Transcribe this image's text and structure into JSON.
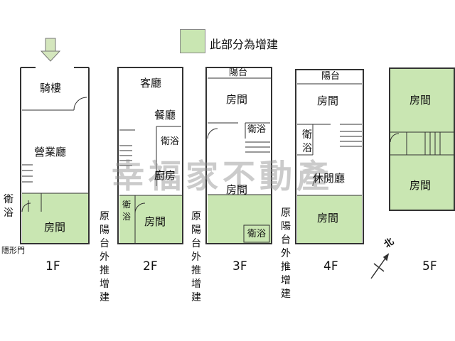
{
  "legend": {
    "text": "此部分為增建",
    "color": "#c9e6b2"
  },
  "watermark": "幸福家不動產",
  "floors": {
    "f1": {
      "label": "1F",
      "rooms": [
        "騎樓",
        "營業廳",
        "房間"
      ],
      "bath": "衛浴",
      "hidden_door": "隱形門"
    },
    "f2": {
      "label": "2F",
      "rooms": [
        "客廳",
        "餐廳",
        "衛浴",
        "廚房",
        "衛浴",
        "房間"
      ],
      "note": "原陽台外推增建"
    },
    "f3": {
      "label": "3F",
      "rooms": [
        "陽台",
        "房間",
        "衛浴",
        "房間",
        "衛浴"
      ],
      "note": "原陽台外推增建"
    },
    "f4": {
      "label": "4F",
      "rooms": [
        "陽台",
        "房間",
        "衛浴",
        "休閒廳",
        "房間"
      ],
      "note": "原陽台外推增建"
    },
    "f5": {
      "label": "5F",
      "rooms": [
        "房間",
        "房間"
      ]
    }
  },
  "compass": {
    "label": "北"
  }
}
